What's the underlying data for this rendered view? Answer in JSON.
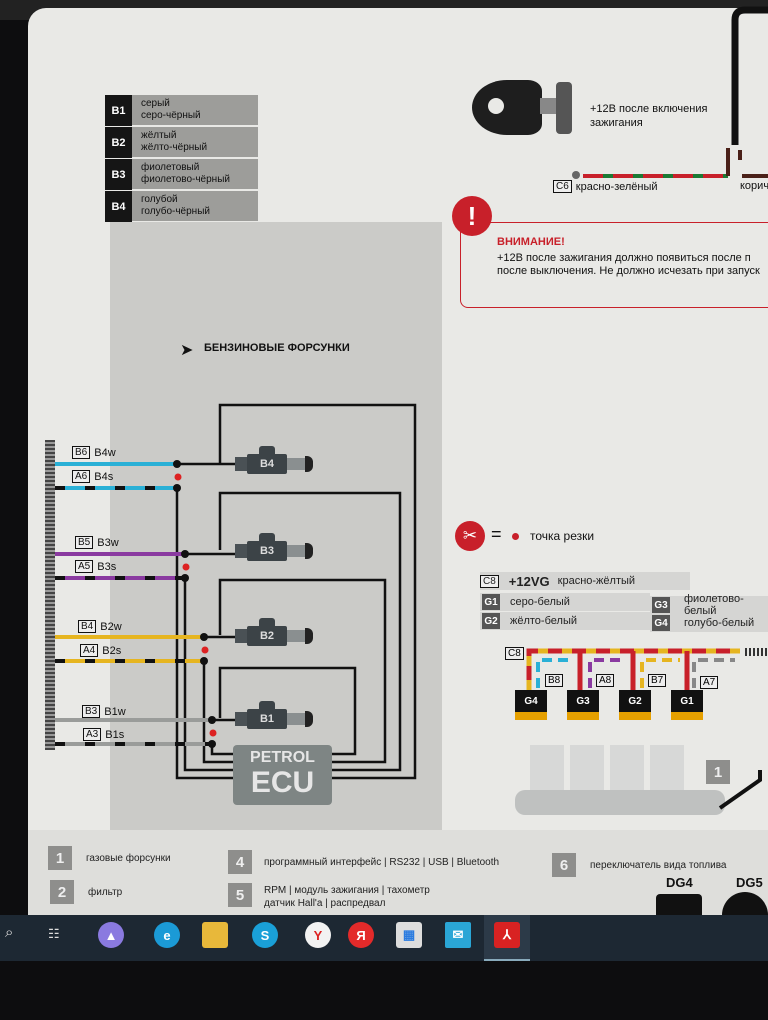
{
  "legend": [
    {
      "code": "B1",
      "line1": "серый",
      "line2": "серо-чёрный"
    },
    {
      "code": "B2",
      "line1": "жёлтый",
      "line2": "жёлто-чёрный"
    },
    {
      "code": "B3",
      "line1": "фиолетовый",
      "line2": "фиолетово-чёрный"
    },
    {
      "code": "B4",
      "line1": "голубой",
      "line2": "голубо-чёрный"
    }
  ],
  "petrol_title": "БЕНЗИНОВЫЕ ФОРСУНКИ",
  "wires": [
    {
      "pin": "B6",
      "name": "B4w",
      "color": "#2ab0d6"
    },
    {
      "pin": "A6",
      "name": "B4s",
      "color": "#2ab0d6"
    },
    {
      "pin": "B5",
      "name": "B3w",
      "color": "#8a3aa0"
    },
    {
      "pin": "A5",
      "name": "B3s",
      "color": "#8a3aa0"
    },
    {
      "pin": "B4",
      "name": "B2w",
      "color": "#e6b520"
    },
    {
      "pin": "A4",
      "name": "B2s",
      "color": "#e6b520"
    },
    {
      "pin": "B3",
      "name": "B1w",
      "color": "#9a9c9a"
    },
    {
      "pin": "A3",
      "name": "B1s",
      "color": "#9a9c9a"
    }
  ],
  "injectors": [
    "B4",
    "B3",
    "B2",
    "B1"
  ],
  "ecu": {
    "line1": "PETROL",
    "line2": "ECU"
  },
  "ignition": {
    "text1": "+12В после включения",
    "text2": "зажигания",
    "pin": "C6",
    "wire": "красно-зелёный",
    "wire2": "корич"
  },
  "warning": {
    "title": "ВНИМАНИЕ!",
    "line1": "+12В после зажигания должно появиться после п",
    "line2": "после выключения. Не должно исчезать при запуск"
  },
  "cut": {
    "eq": "=",
    "label": "точка резки"
  },
  "gas_table": {
    "c8": {
      "code": "C8",
      "voltage": "+12VG",
      "color": "красно-жёлтый"
    },
    "rows": [
      {
        "code": "G1",
        "color": "серо-белый"
      },
      {
        "code": "G2",
        "color": "жёлто-белый"
      },
      {
        "code": "G3",
        "color": "фиолетово-белый"
      },
      {
        "code": "G4",
        "color": "голубо-белый"
      }
    ]
  },
  "gas_diagram": {
    "c8": "C8",
    "pins": [
      "B8",
      "A8",
      "B7",
      "A7"
    ],
    "injectors": [
      "G4",
      "G3",
      "G2",
      "G1"
    ],
    "rail_num": "1"
  },
  "bottom_legend": [
    {
      "num": "1",
      "text": "газовые форсунки"
    },
    {
      "num": "2",
      "text": "фильтр"
    },
    {
      "num": "4",
      "text": "программный интерфейс | RS232 | USB | Bluetooth"
    },
    {
      "num": "5",
      "text": "RPM | модуль зажигания | тахометр",
      "text2": "датчик Hall'a | распредвал"
    },
    {
      "num": "6",
      "text": "переключатель вида топлива"
    }
  ],
  "switches": [
    "DG4",
    "DG5"
  ],
  "taskbar": {
    "apps": [
      "search",
      "task-view",
      "alice",
      "edge",
      "explorer",
      "skype",
      "yandex-browser",
      "yandex",
      "store",
      "mail",
      "acrobat"
    ]
  }
}
